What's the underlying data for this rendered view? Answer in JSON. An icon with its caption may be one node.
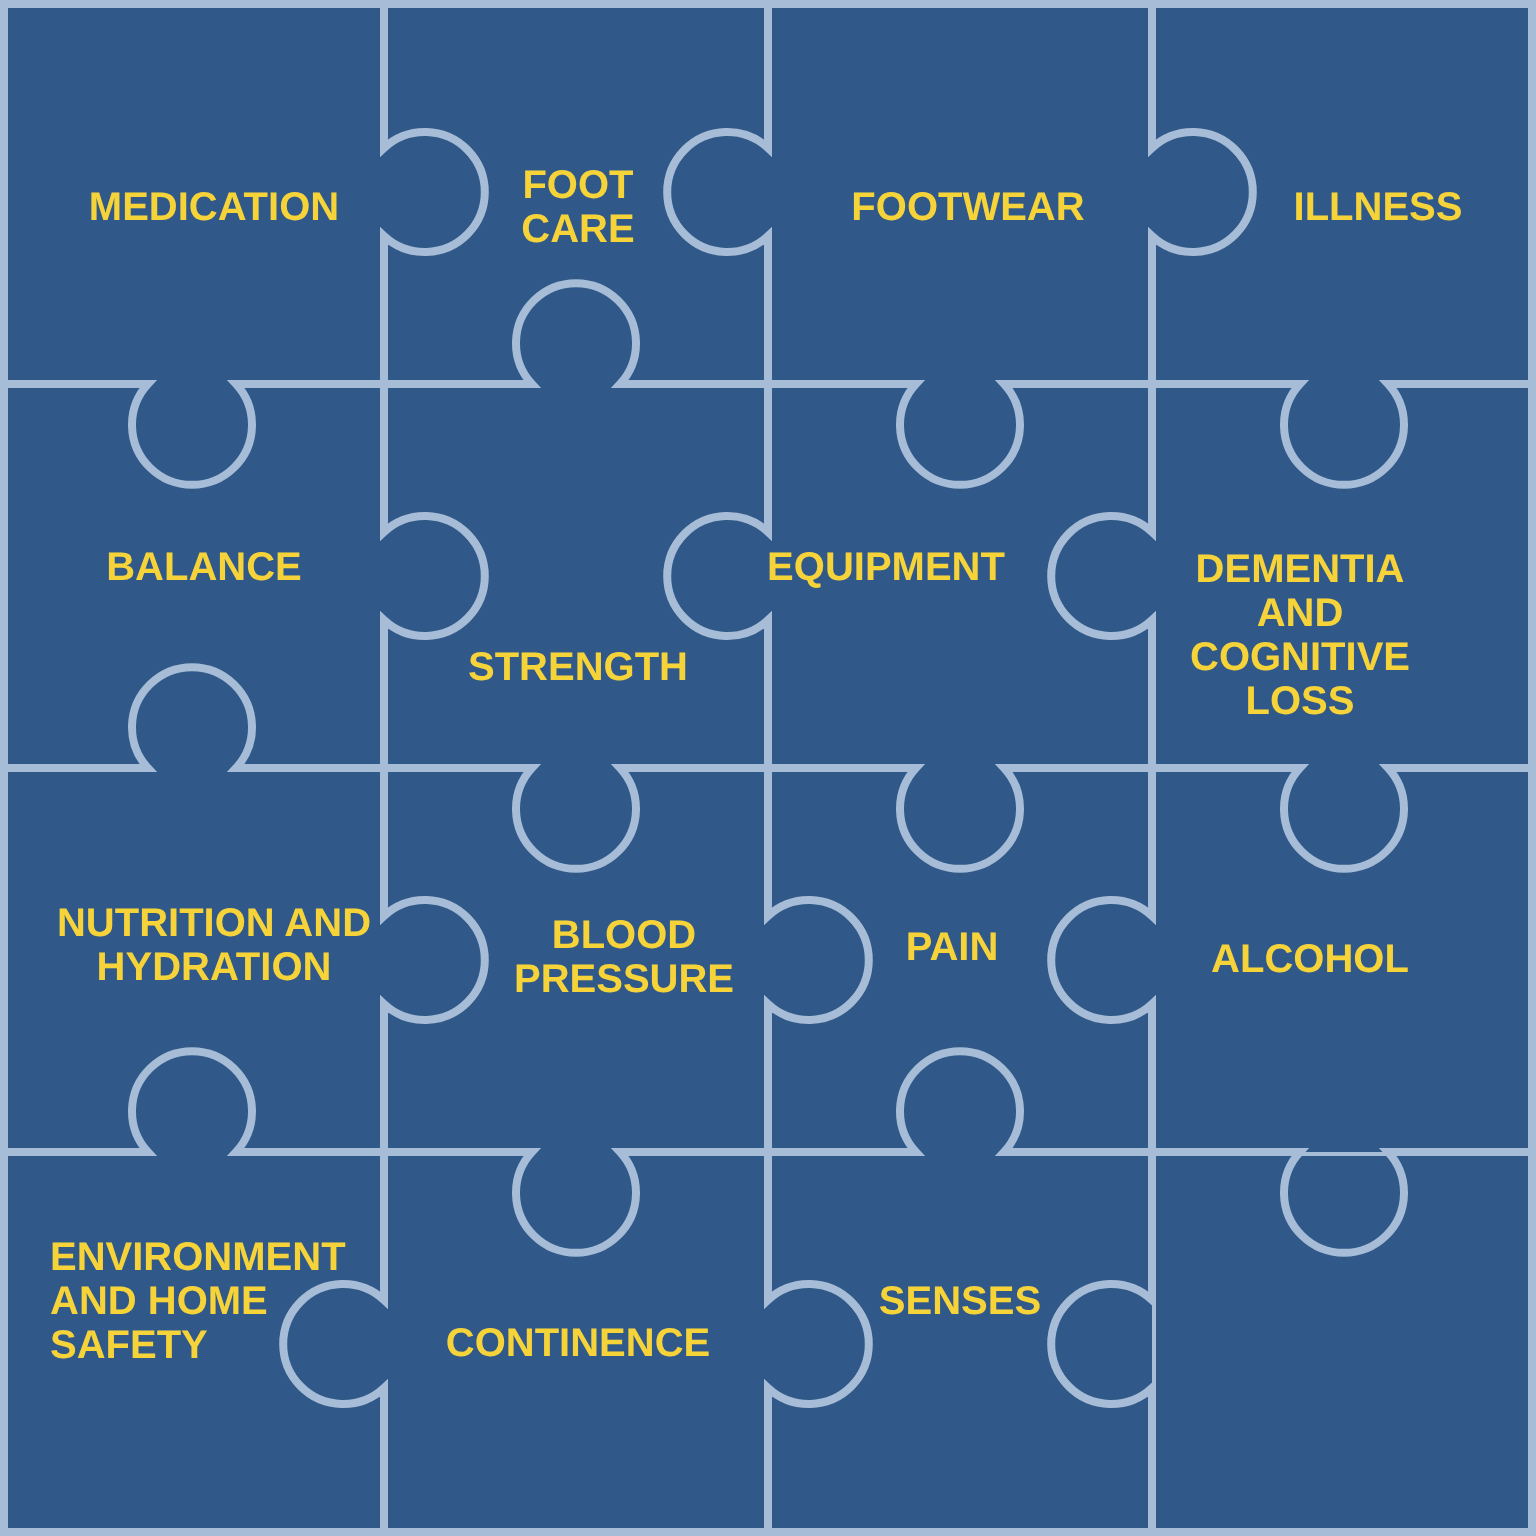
{
  "diagram": {
    "nodes": [
      {
        "text": [
          "MEDICATION"
        ]
      },
      {
        "text": [
          "FOOT CARE"
        ]
      },
      {
        "text": [
          "FOOTWEAR"
        ]
      },
      {
        "text": [
          "ILLNESS"
        ]
      },
      {
        "text": [
          "BALANCE"
        ]
      },
      {
        "text": [
          "STRENGTH"
        ]
      },
      {
        "text": [
          "EQUIPMENT"
        ]
      },
      {
        "text": [
          "DEMENTIA AND COGNITIVE LOSS"
        ]
      },
      {
        "text": [
          "NUTRITION AND HYDRATION"
        ]
      },
      {
        "text": [
          "BLOOD PRESSURE"
        ]
      },
      {
        "text": [
          "PAIN"
        ]
      },
      {
        "text": [
          "ALCOHOL"
        ]
      },
      {
        "text": [
          "ENVIRONMENT AND HOME SAFETY"
        ]
      },
      {
        "text": [
          "CONTINENCE"
        ]
      },
      {
        "text": [
          "SENSES"
        ]
      },
      {
        "text": [],
        "shape": "box"
      }
    ]
  }
}
